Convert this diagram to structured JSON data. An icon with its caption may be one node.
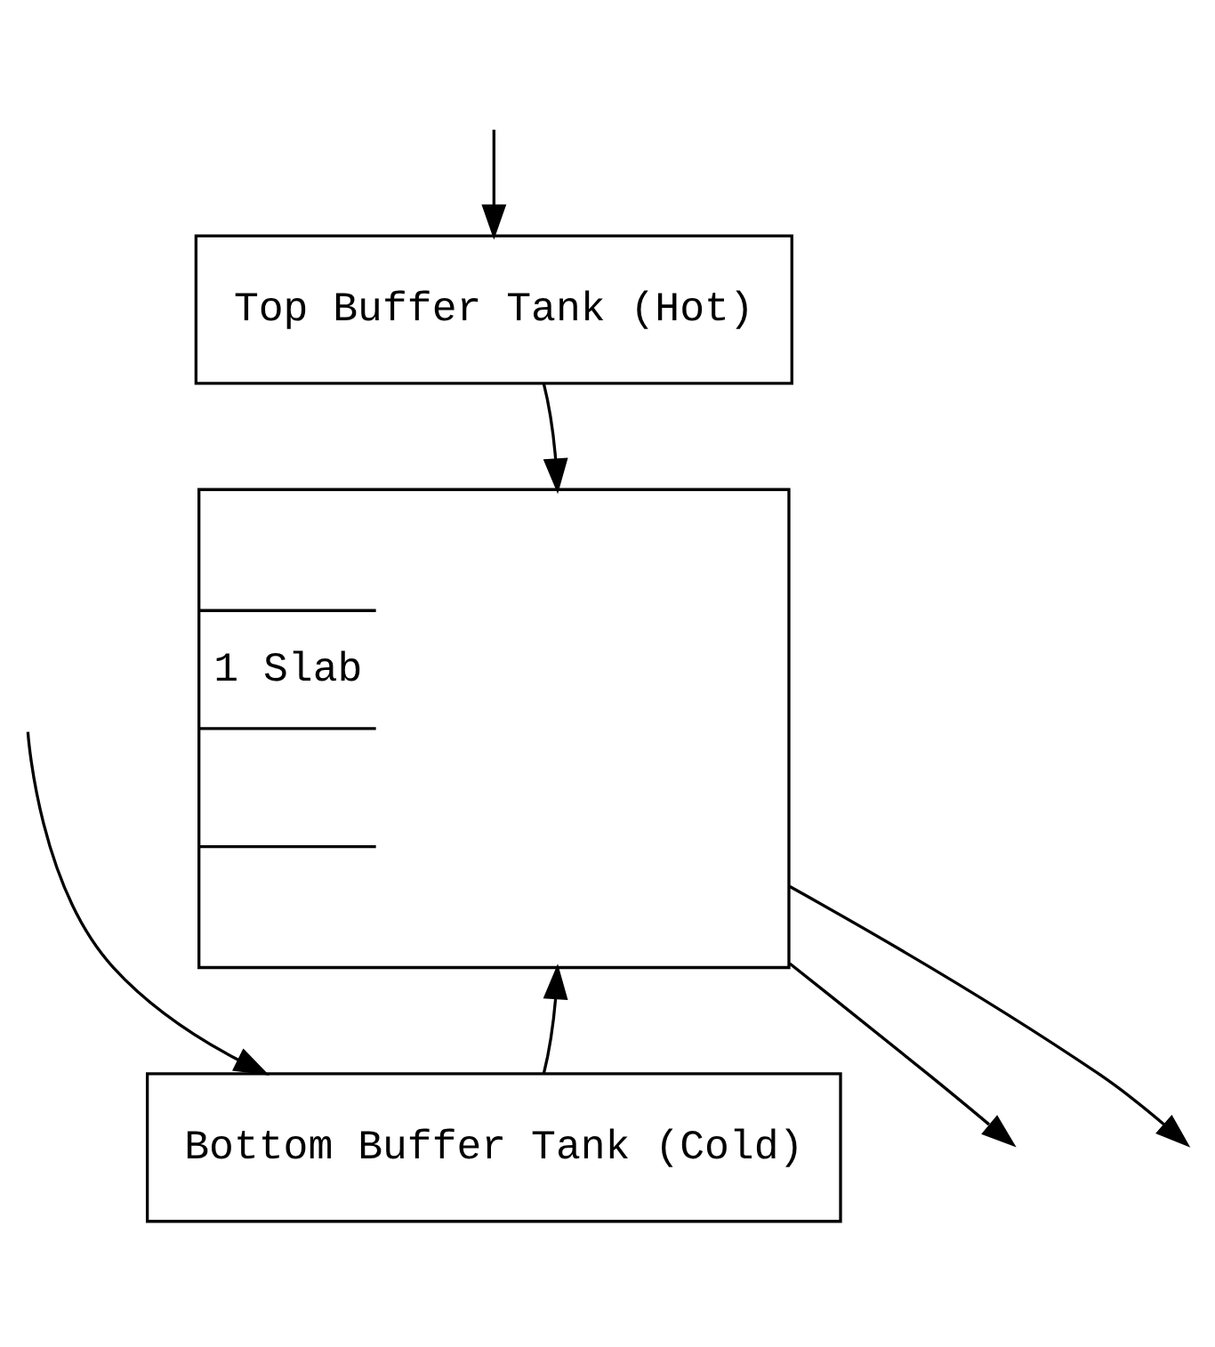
{
  "diagram": {
    "nodes": [
      {
        "text": [
          "Top Buffer Tank (Hot)"
        ]
      },
      {
        "text": [
          "1 Slab"
        ]
      },
      {
        "text": [
          "Bottom Buffer Tank (Cold)"
        ]
      }
    ],
    "edges": [
      {
        "from": null,
        "to": 0,
        "arrow": "to"
      },
      {
        "from": 0,
        "to": 1,
        "arrow": "to"
      },
      {
        "from": 1,
        "to": null,
        "arrow": "to"
      },
      {
        "from": 1,
        "to": null,
        "arrow": "to"
      },
      {
        "from": 2,
        "to": 1,
        "arrow": "to"
      },
      {
        "from": null,
        "to": 2,
        "arrow": "to"
      }
    ]
  }
}
